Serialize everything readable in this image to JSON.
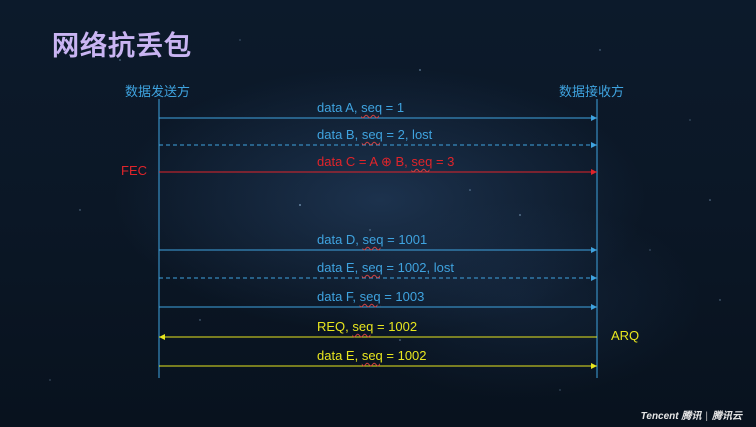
{
  "title": "网络抗丢包",
  "sender": "数据发送方",
  "receiver": "数据接收方",
  "labels": {
    "fec": "FEC",
    "arq": "ARQ"
  },
  "messages": [
    {
      "pre": "data A, ",
      "seq": "seq",
      "post": " = 1",
      "color": "#3fa3df",
      "dir": "right",
      "style": "solid"
    },
    {
      "pre": "data B, ",
      "seq": "seq",
      "post": " = 2, lost",
      "color": "#3fa3df",
      "dir": "right",
      "style": "dashed"
    },
    {
      "pre": "data C = A ⊕ B, ",
      "seq": "seq",
      "post": " = 3",
      "color": "#e0242a",
      "dir": "right",
      "style": "solid"
    },
    {
      "pre": "data D, ",
      "seq": "seq",
      "post": " = 1001",
      "color": "#3fa3df",
      "dir": "right",
      "style": "solid"
    },
    {
      "pre": "data E, ",
      "seq": "seq",
      "post": " = 1002, lost",
      "color": "#3fa3df",
      "dir": "right",
      "style": "dashed"
    },
    {
      "pre": "data F, ",
      "seq": "seq",
      "post": " = 1003",
      "color": "#3fa3df",
      "dir": "right",
      "style": "solid"
    },
    {
      "pre": "REQ, ",
      "seq": "seq",
      "post": " = 1002",
      "color": "#e8e61e",
      "dir": "left",
      "style": "solid"
    },
    {
      "pre": "data E, ",
      "seq": "seq",
      "post": " = 1002",
      "color": "#e8e61e",
      "dir": "right",
      "style": "solid"
    }
  ],
  "footer": {
    "brand": "Tencent 腾讯",
    "sep": "|",
    "product": "腾讯云"
  },
  "colors": {
    "lifeline": "#3fa3df",
    "title": "#c9b4f2",
    "fec": "#e0242a",
    "arq": "#e8e61e"
  }
}
